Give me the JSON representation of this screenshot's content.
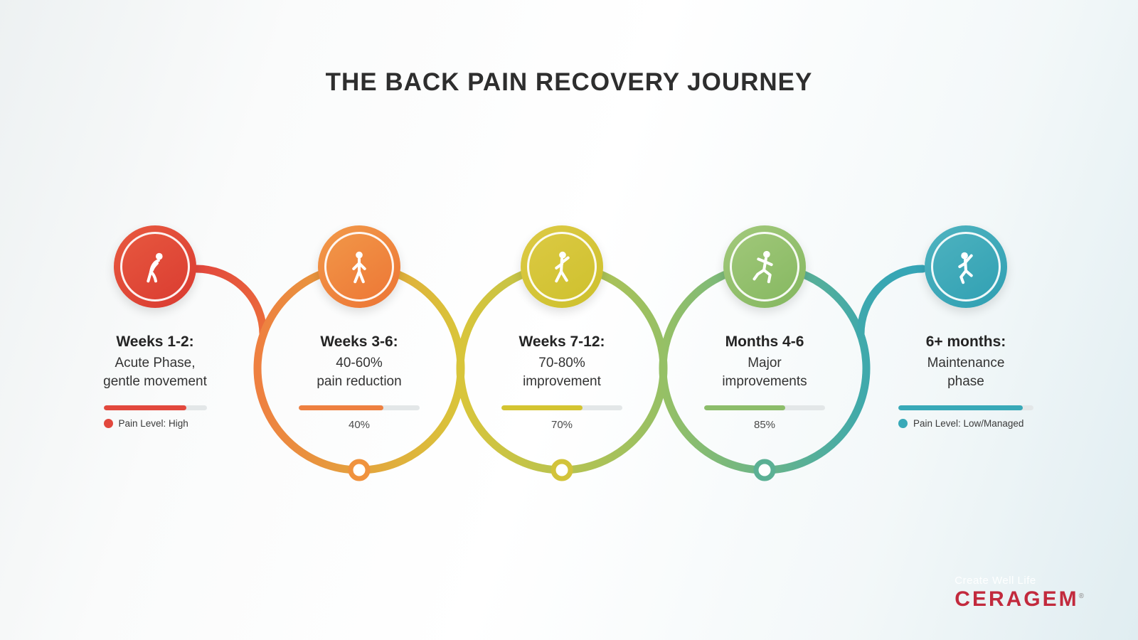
{
  "title": "THE BACK PAIN RECOVERY JOURNEY",
  "stages": [
    {
      "heading": "Weeks 1-2:",
      "line1": "Acute Phase,",
      "line2": "gentle movement",
      "caption": "Pain Level: High",
      "color": "#e2483d",
      "fill_percent": 80
    },
    {
      "heading": "Weeks 3-6:",
      "line1": "40-60%",
      "line2": "pain reduction",
      "caption": "40%",
      "color": "#ee8040",
      "fill_percent": 70
    },
    {
      "heading": "Weeks 7-12:",
      "line1": "70-80%",
      "line2": "improvement",
      "caption": "70%",
      "color": "#d4c431",
      "fill_percent": 67
    },
    {
      "heading": "Months 4-6",
      "line1": "Major",
      "line2": "improvements",
      "caption": "85%",
      "color": "#8cbd6a",
      "fill_percent": 67
    },
    {
      "heading": "6+ months:",
      "line1": "Maintenance",
      "line2": "phase",
      "caption": "Pain Level: Low/Managed",
      "color": "#38a9b8",
      "fill_percent": 92
    }
  ],
  "footer": {
    "tagline": "Create Well Life",
    "brand": "CERAGEM",
    "registered": "®"
  }
}
